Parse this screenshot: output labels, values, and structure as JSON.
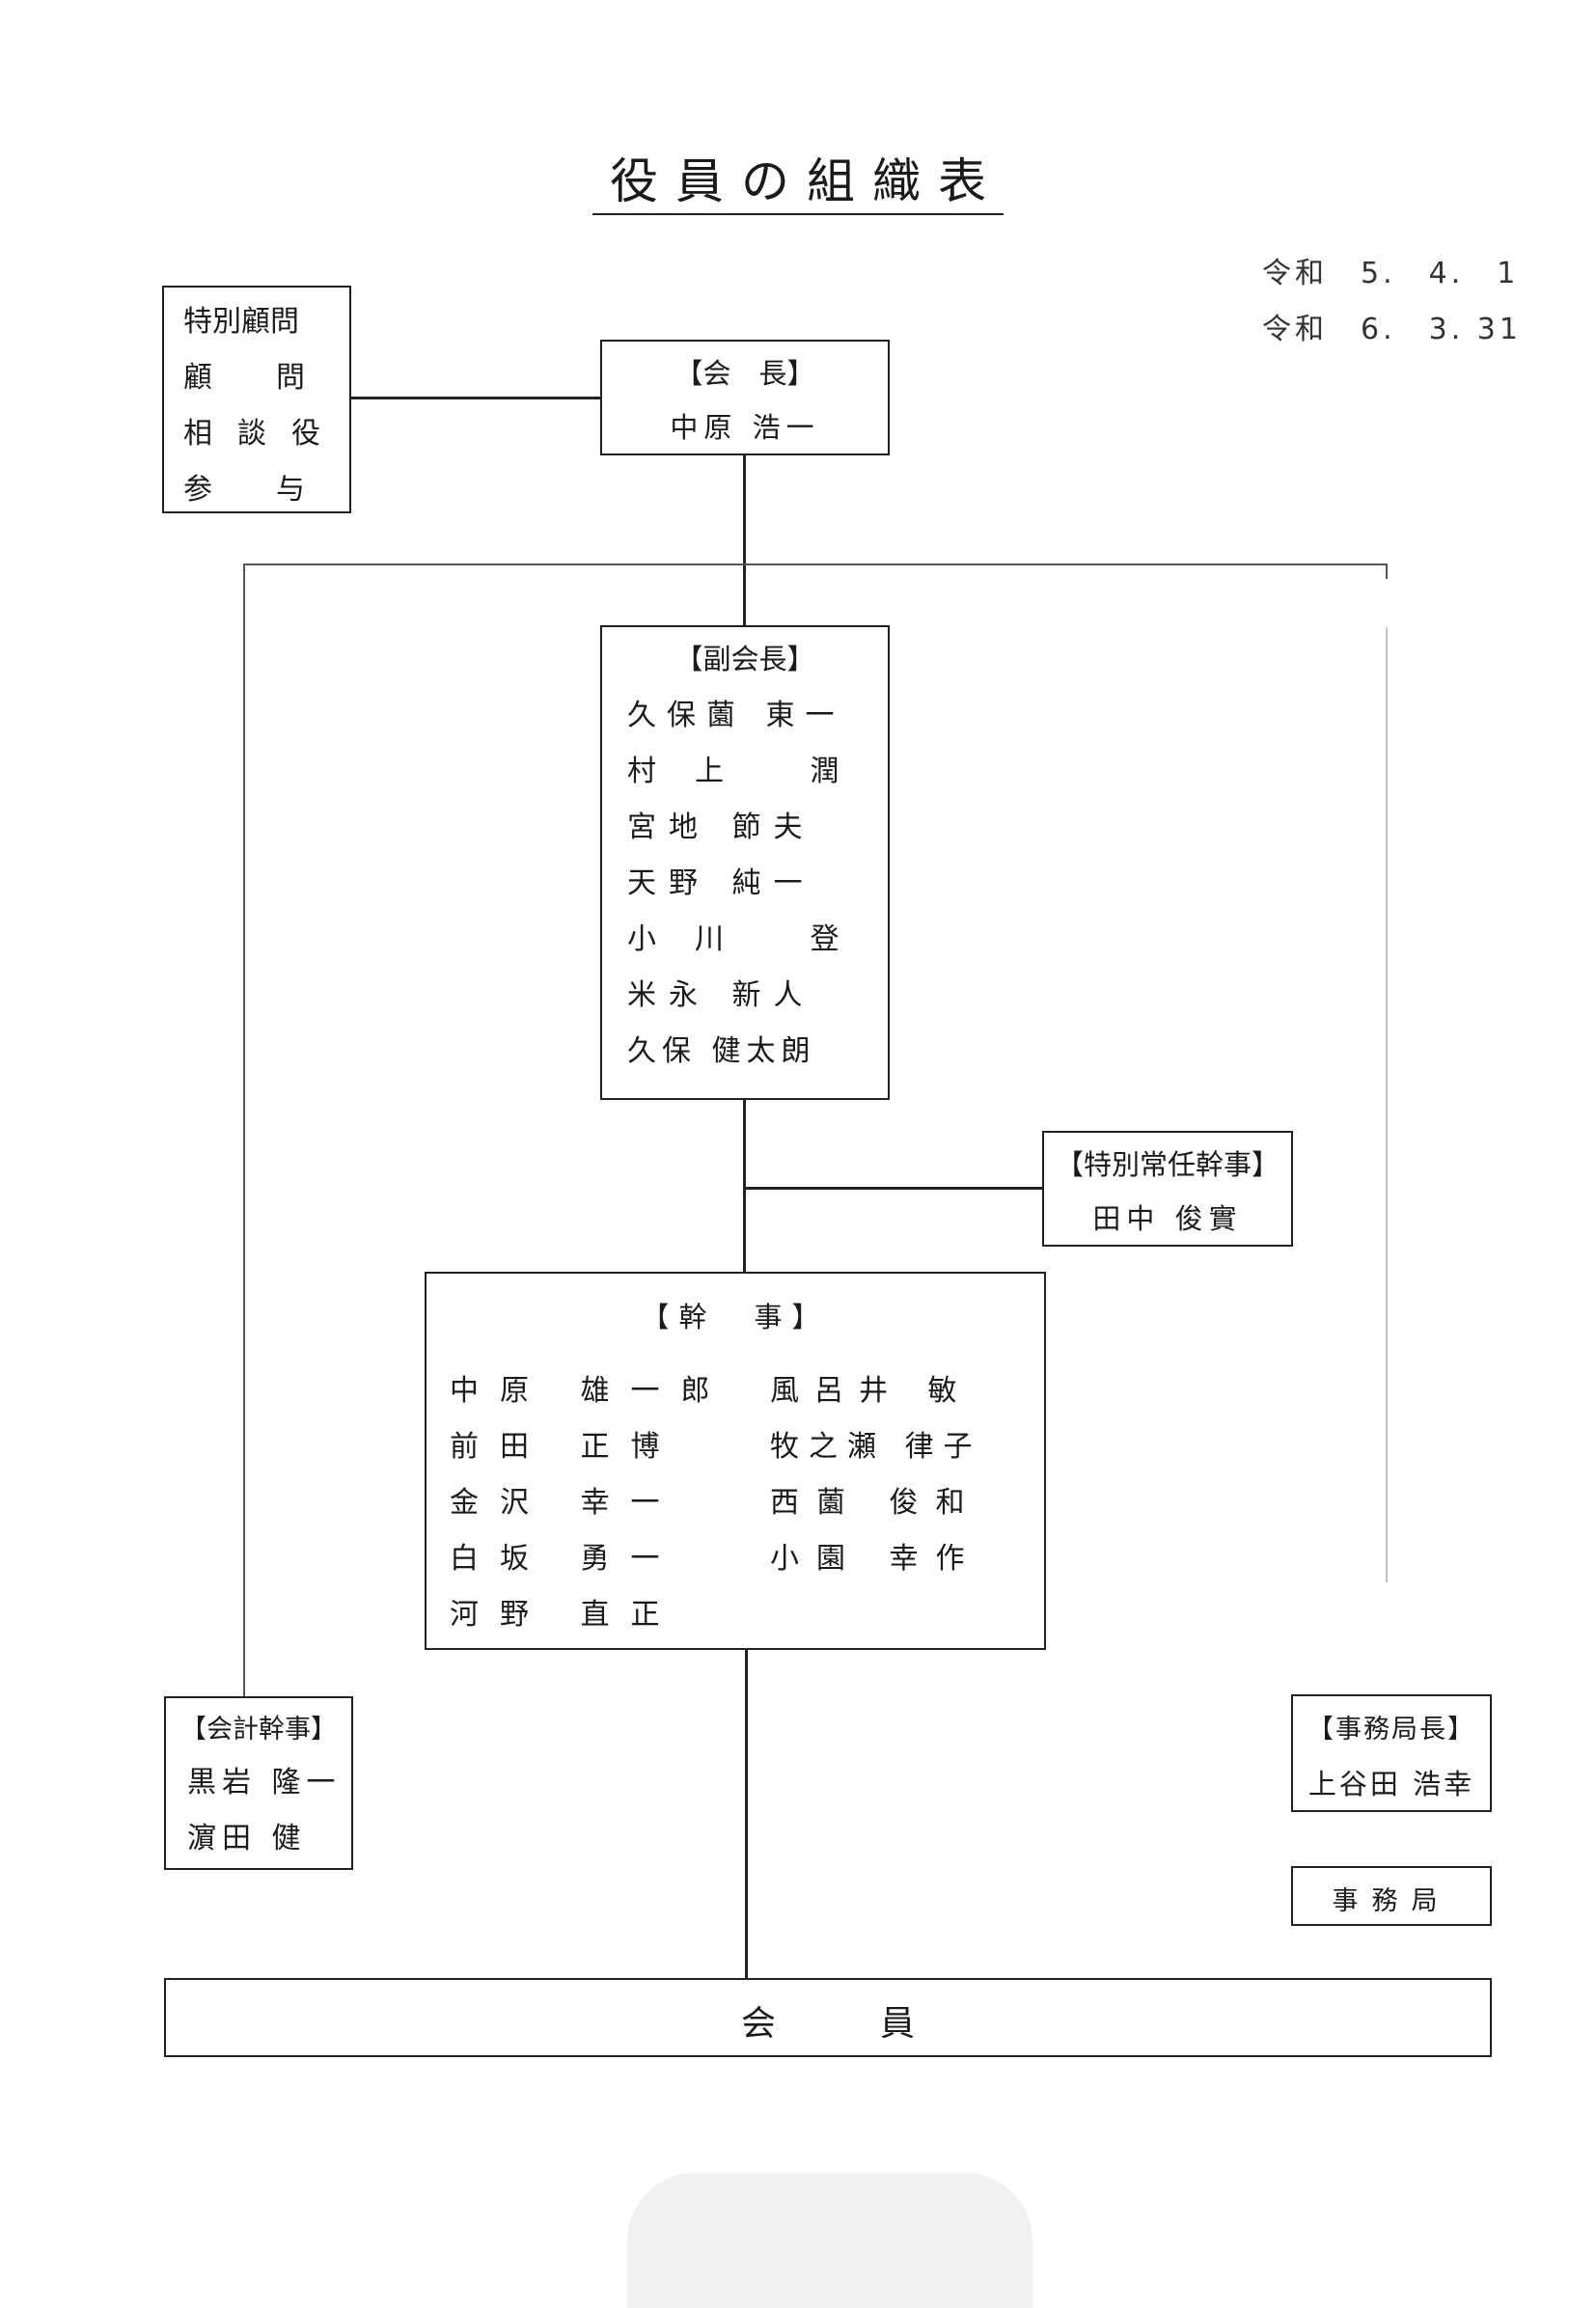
{
  "title": "役員の組織表",
  "dates": [
    "令和　5.　4.　1",
    "令和　6.　3. 31"
  ],
  "advisors": [
    "特別顧問",
    "顧問",
    "相談役",
    "参与"
  ],
  "president": {
    "title": "【会　長】",
    "name": "中原 浩一"
  },
  "vice_presidents": {
    "title": "【副会長】",
    "names": [
      "久保薗 東一",
      "村上 潤",
      "宮地 節夫",
      "天野 純一",
      "小川 登",
      "米永 新人",
      "久保 健太朗"
    ]
  },
  "special_secretary": {
    "title": "【特別常任幹事】",
    "name": "田中 俊實"
  },
  "secretaries": {
    "title": "【幹　事】",
    "left": [
      "中原 雄一郎",
      "前田 正博",
      "金沢 幸一",
      "白坂 勇一",
      "河野 直正"
    ],
    "right": [
      "風呂井 敏",
      "牧之瀬 律子",
      "西薗 俊和",
      "小園 幸作"
    ]
  },
  "treasurer": {
    "title": "【会計幹事】",
    "names": [
      "黒岩 隆一",
      "濵田 健"
    ]
  },
  "office_chief": {
    "title": "【事務局長】",
    "name": "上谷田 浩幸"
  },
  "office": "事務局",
  "members": "会　　　員"
}
